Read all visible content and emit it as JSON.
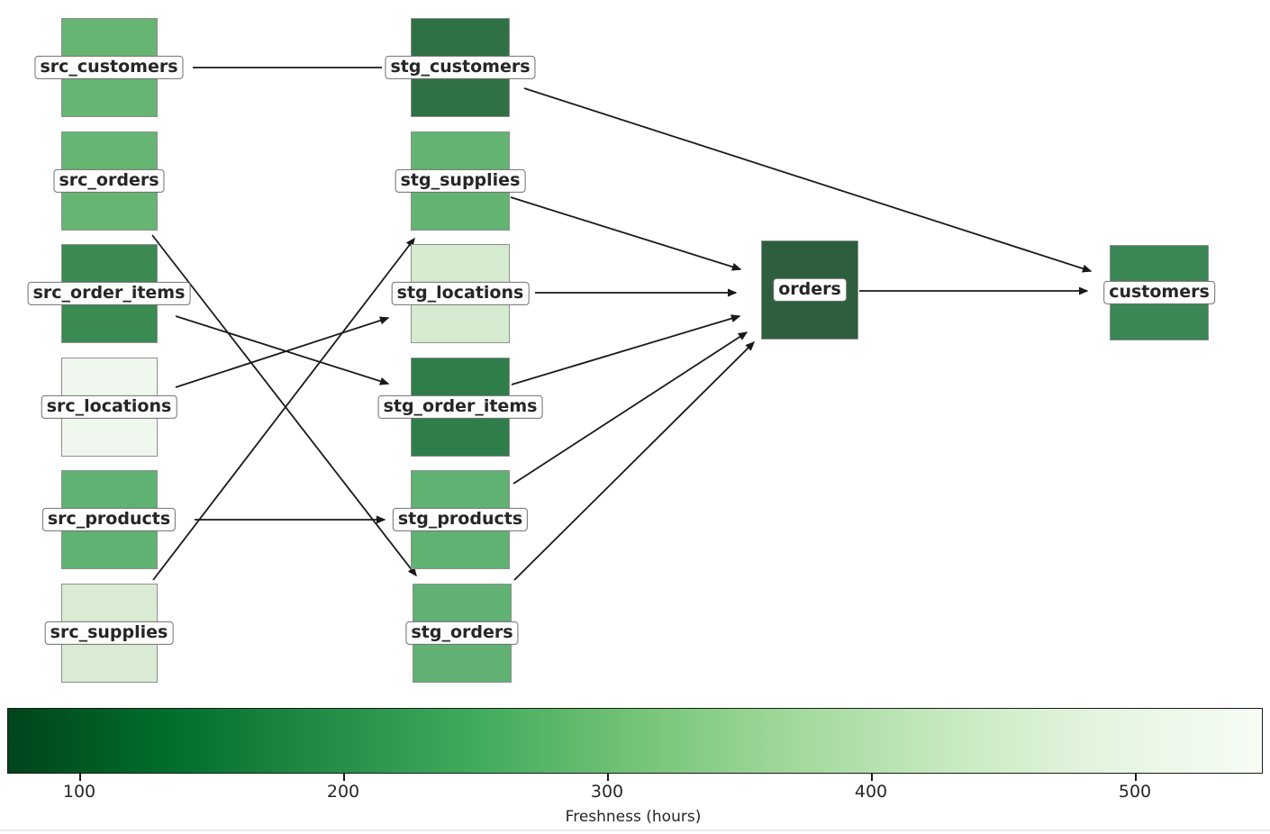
{
  "figure": {
    "background": "#ffffff",
    "type": "data-lineage-dag-with-colorbar"
  },
  "nodes": [
    {
      "id": "src_customers",
      "label": "src_customers",
      "column": "source",
      "color": "#66b573"
    },
    {
      "id": "src_orders",
      "label": "src_orders",
      "column": "source",
      "color": "#66b573"
    },
    {
      "id": "src_order_items",
      "label": "src_order_items",
      "column": "source",
      "color": "#3a8a52"
    },
    {
      "id": "src_locations",
      "label": "src_locations",
      "column": "source",
      "color": "#f0f7ee"
    },
    {
      "id": "src_products",
      "label": "src_products",
      "column": "source",
      "color": "#5fb271"
    },
    {
      "id": "src_supplies",
      "label": "src_supplies",
      "column": "source",
      "color": "#d9ecd3"
    },
    {
      "id": "stg_customers",
      "label": "stg_customers",
      "column": "staging",
      "color": "#2f7045"
    },
    {
      "id": "stg_supplies",
      "label": "stg_supplies",
      "column": "staging",
      "color": "#63b372"
    },
    {
      "id": "stg_locations",
      "label": "stg_locations",
      "column": "staging",
      "color": "#d5ebd0"
    },
    {
      "id": "stg_order_items",
      "label": "stg_order_items",
      "column": "staging",
      "color": "#2e7d4b"
    },
    {
      "id": "stg_products",
      "label": "stg_products",
      "column": "staging",
      "color": "#5fb271"
    },
    {
      "id": "stg_orders",
      "label": "stg_orders",
      "column": "staging",
      "color": "#60b173"
    },
    {
      "id": "orders",
      "label": "orders",
      "column": "mart",
      "color": "#2d5f3e"
    },
    {
      "id": "customers",
      "label": "customers",
      "column": "mart",
      "color": "#3a8655"
    }
  ],
  "edges": [
    {
      "from": "src_customers",
      "to": "stg_customers"
    },
    {
      "from": "src_orders",
      "to": "stg_orders"
    },
    {
      "from": "src_order_items",
      "to": "stg_order_items"
    },
    {
      "from": "src_locations",
      "to": "stg_locations"
    },
    {
      "from": "src_products",
      "to": "stg_products"
    },
    {
      "from": "src_supplies",
      "to": "stg_supplies"
    },
    {
      "from": "stg_customers",
      "to": "customers"
    },
    {
      "from": "stg_supplies",
      "to": "orders"
    },
    {
      "from": "stg_locations",
      "to": "orders"
    },
    {
      "from": "stg_order_items",
      "to": "orders"
    },
    {
      "from": "stg_products",
      "to": "orders"
    },
    {
      "from": "stg_orders",
      "to": "orders"
    },
    {
      "from": "orders",
      "to": "customers"
    }
  ],
  "colorbar": {
    "label": "Freshness (hours)",
    "ticks": [
      "100",
      "200",
      "300",
      "400",
      "500"
    ],
    "approx_value_range": [
      73,
      548
    ],
    "gradient_left_to_right": [
      "#00441b",
      "#006d2c",
      "#238b45",
      "#41ab5d",
      "#74c476",
      "#a1d99b",
      "#c7e9c0",
      "#e5f5e0",
      "#f7fcf5"
    ],
    "meaning": "dark green = low hours (fresh), light = high hours (stale)"
  }
}
